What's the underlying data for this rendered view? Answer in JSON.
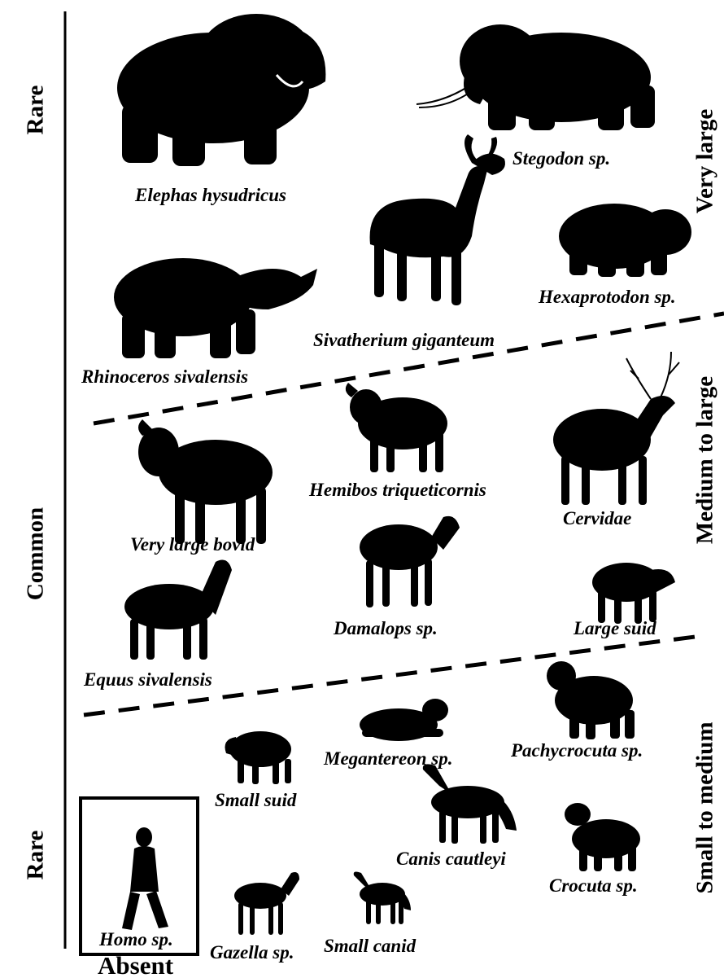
{
  "abundance_labels": {
    "top": "Rare",
    "middle": "Common",
    "bottom": "Rare"
  },
  "size_labels": {
    "very_large": "Very large",
    "medium_large": "Medium to large",
    "small_medium": "Small to medium"
  },
  "species": {
    "elephas": "Elephas hysudricus",
    "stegodon": "Stegodon sp.",
    "sivatherium": "Sivatherium giganteum",
    "hexaprotodon": "Hexaprotodon sp.",
    "rhinoceros": "Rhinoceros sivalensis",
    "hemibos": "Hemibos triqueticornis",
    "cervidae": "Cervidae",
    "bovid": "Very large bovid",
    "damalops": "Damalops sp.",
    "large_suid": "Large suid",
    "equus": "Equus sivalensis",
    "megantereon": "Megantereon sp.",
    "pachycrocuta": "Pachycrocuta sp.",
    "small_suid": "Small suid",
    "canis": "Canis cautleyi",
    "crocuta": "Crocuta sp.",
    "homo": "Homo sp.",
    "gazella": "Gazella sp.",
    "small_canid": "Small canid"
  },
  "absent_label": "Absent",
  "colors": {
    "silhouette": "#000000",
    "background": "#ffffff"
  }
}
